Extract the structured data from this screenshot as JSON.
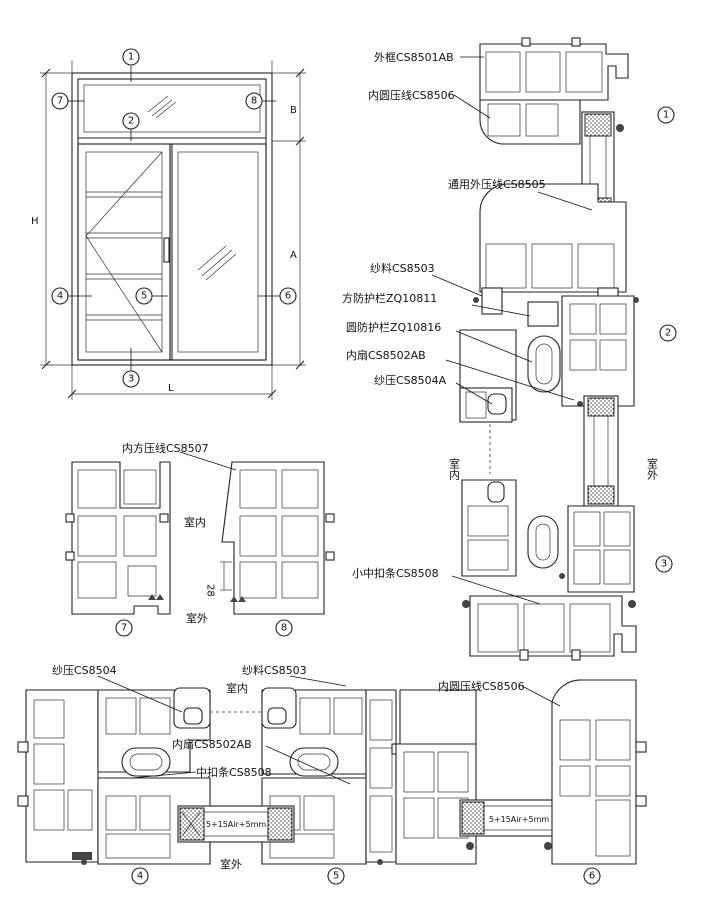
{
  "elevation": {
    "markers": [
      "1",
      "2",
      "3",
      "4",
      "5",
      "6",
      "7",
      "8"
    ],
    "dim_H": "H",
    "dim_B": "B",
    "dim_A": "A",
    "dim_L": "L"
  },
  "section_top_right": {
    "labels": [
      "外框CS8501AB",
      "内圆压线CS8506",
      "通用外压线CS8505",
      "纱料CS8503",
      "方防护栏ZQ10811",
      "圆防护栏ZQ10816",
      "内扇CS8502AB",
      "纱压CS8504A",
      "小中扣条CS8508"
    ],
    "markers": [
      "1",
      "2",
      "3"
    ],
    "indoor": "室内",
    "outdoor": "室外"
  },
  "section_mid_left": {
    "labels": [
      "内方压线CS8507"
    ],
    "indoor": "室内",
    "outdoor": "室外",
    "dim": "28",
    "markers": [
      "7",
      "8"
    ]
  },
  "section_bottom": {
    "labels": [
      "纱压CS8504",
      "纱料CS8503",
      "内圆压线CS8506",
      "内扇CS8502AB",
      "中扣条CS8508"
    ],
    "indoor": "室内",
    "outdoor": "室外",
    "glass": "5+15Air+5mm",
    "markers": [
      "4",
      "5",
      "6"
    ]
  }
}
